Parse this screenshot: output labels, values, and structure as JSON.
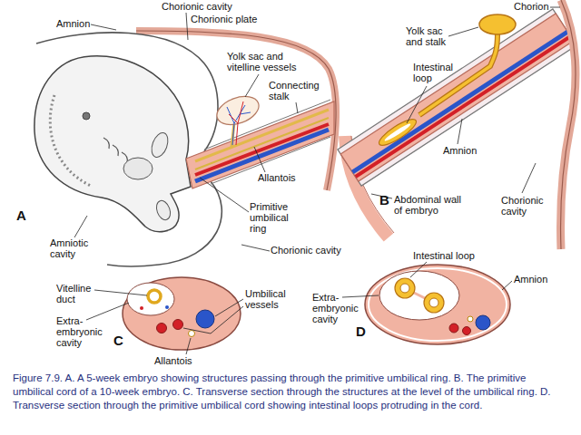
{
  "diagram": {
    "caption": "Figure 7.9. A. A 5-week embryo showing structures passing through the primitive umbilical ring. B. The primitive umbilical cord of a 10-week embryo. C. Transverse section through the structures at the level of the umbilical ring. D. Transverse section through the primitive umbilical cord showing intestinal loops protruding in the cord.",
    "labels": [
      "Chorionic cavity",
      "Chorionic plate",
      "Chorion",
      "Amnion",
      "Yolk sac and stalk",
      "Yolk sac and vitelline vessels",
      "Intestinal loop",
      "Connecting stalk",
      "Amnion",
      "Allantois",
      "B",
      "Abdominal wall of embryo",
      "Chorionic cavity",
      "Primitive umbilical ring",
      "A",
      "Amniotic cavity",
      "Chorionic cavity",
      "Intestinal loop",
      "Amnion",
      "Vitelline duct",
      "Umbilical vessels",
      "Extra-embryonic cavity",
      "Extra-embryonic cavity",
      "D",
      "C",
      "Allantois"
    ]
  }
}
